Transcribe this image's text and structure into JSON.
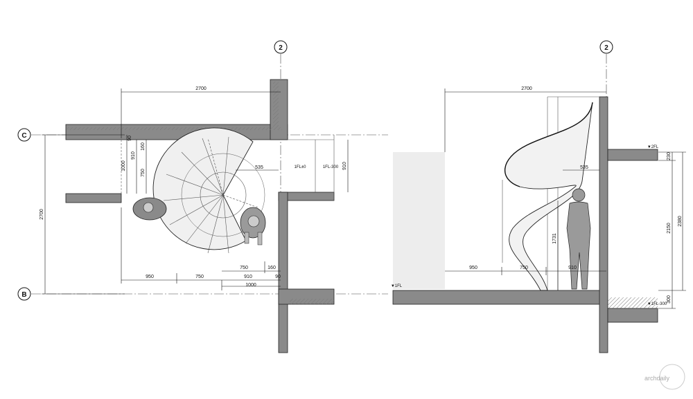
{
  "plan": {
    "grid_2": "2",
    "grid_c": "C",
    "grid_b": "B",
    "dim_overall_width": "2700",
    "dim_overall_height": "2700",
    "dim_left_90": "90",
    "dim_left_1000": "1000",
    "dim_left_910": "910",
    "dim_left_750": "750",
    "dim_160_top": "160",
    "dim_535": "535",
    "dim_right_910": "910",
    "level_1fl0": "1FL±0",
    "level_1fl300": "1FL-300",
    "dim_bottom_950": "950",
    "dim_bottom_750a": "750",
    "dim_bottom_750b": "750",
    "dim_bottom_160": "160",
    "dim_bottom_910": "910",
    "dim_bottom_90": "90",
    "dim_bottom_1000": "1000"
  },
  "section": {
    "grid_2": "2",
    "dim_overall_width": "2700",
    "dim_535": "535",
    "dim_1731": "1731",
    "dim_950": "950",
    "dim_750": "750",
    "dim_910": "910",
    "level_2fl": "▼2FL",
    "level_1fl": "▼1FL",
    "level_1fl300": "▼1FL-300",
    "dim_230": "230",
    "dim_2150": "2150",
    "dim_2380": "2380",
    "dim_300": "300"
  },
  "watermark": "archdaily"
}
